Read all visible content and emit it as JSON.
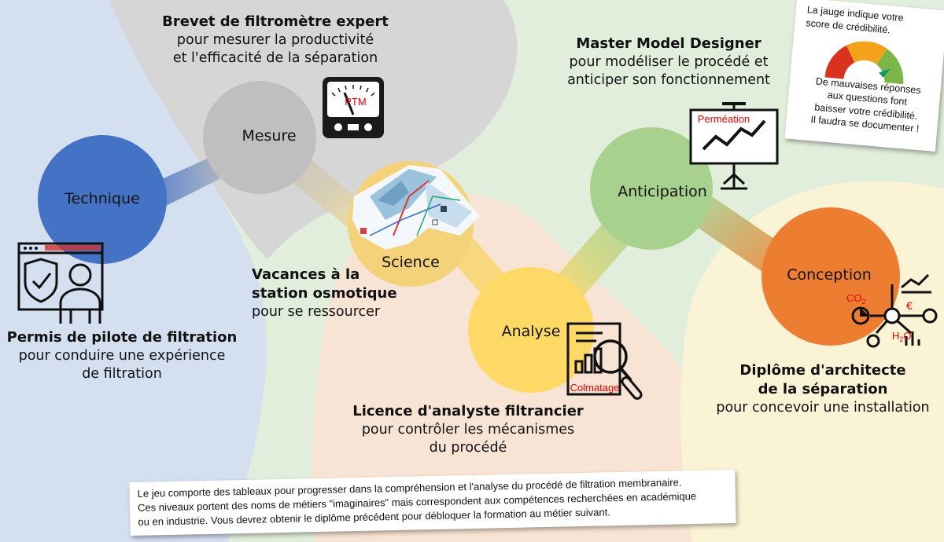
{
  "nodes": {
    "technique": "Technique",
    "mesure": "Mesure",
    "science": "Science",
    "analyse": "Analyse",
    "anticipation": "Anticipation",
    "conception": "Conception"
  },
  "captions": {
    "filtrometre": {
      "title": "Brevet de filtromètre expert",
      "line1": "pour mesurer la productivité",
      "line2": "et l'efficacité de la séparation"
    },
    "pilote": {
      "title": "Permis de pilote de filtration",
      "line1": "pour conduire une expérience",
      "line2": "de filtration"
    },
    "vacances": {
      "title1": "Vacances à la",
      "title2": "station osmotique",
      "line1": "pour se ressourcer"
    },
    "analyste": {
      "title": "Licence d'analyste filtrancier",
      "line1": "pour contrôler les mécanismes",
      "line2": "du procédé"
    },
    "designer": {
      "title": "Master Model Designer",
      "line1": "pour modéliser le procédé et",
      "line2": "anticiper son fonctionnement"
    },
    "architecte": {
      "title1": "Diplôme d'architecte",
      "title2": "de la séparation",
      "line1": "pour concevoir une installation"
    }
  },
  "icon_labels": {
    "ptm": "PTM",
    "permeation": "Perméation",
    "colmatage": "Colmatage",
    "co2": "CO",
    "co2_sub": "2",
    "euro": "€",
    "h2o_h": "H",
    "h2o_sub": "2",
    "h2o_o": "O"
  },
  "gauge_note": {
    "line1": "La jauge indique votre",
    "line2": "score de crédibilité.",
    "line3": "De mauvaises réponses",
    "line4": "aux questions font",
    "line5": "baisser votre crédibilité.",
    "line6": "Il faudra se documenter !"
  },
  "footer": {
    "line1": "Le jeu comporte des tableaux pour progresser dans la compréhension et l'analyse du procédé de filtration membranaire.",
    "line2": "Ces niveaux portent des noms de métiers \"imaginaires\" mais correspondent aux compétences recherchées en académique",
    "line3": "ou en industrie. Vous devrez obtenir le diplôme précédent pour débloquer la formation au métier suivant."
  },
  "colors": {
    "technique": "#4472c4",
    "mesure": "#bfbfbf",
    "science": "#f4d27a",
    "analyse": "#ffd966",
    "anticipation": "#a9d18e",
    "conception": "#ed7d31"
  }
}
